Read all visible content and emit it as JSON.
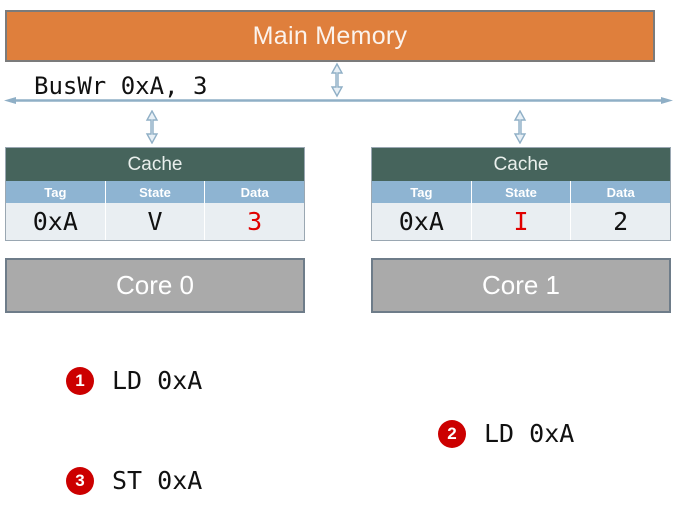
{
  "diagram": {
    "main_memory": {
      "label": "Main Memory",
      "fill": "#DF7F3C",
      "text_color": "#FBF3ED"
    },
    "bus": {
      "message": "BusWr 0xA, 3",
      "line_color": "#8FAFC6",
      "arrow_left": "arrow-left-icon",
      "arrow_right": "arrow-right-icon",
      "connectors": [
        {
          "name": "memory-to-bus-connector",
          "icon": "double-arrow-vertical-icon"
        },
        {
          "name": "bus-to-cache0-connector",
          "icon": "double-arrow-vertical-icon"
        },
        {
          "name": "bus-to-cache1-connector",
          "icon": "double-arrow-vertical-icon"
        }
      ]
    },
    "caches": [
      {
        "title": "Cache",
        "columns": [
          "Tag",
          "State",
          "Data"
        ],
        "row": {
          "tag": "0xA",
          "state": "V",
          "data": "3"
        },
        "state_color": "#111111",
        "data_color": "#E00000",
        "header_fill": "#46645C",
        "column_header_fill": "#8EB4D2"
      },
      {
        "title": "Cache",
        "columns": [
          "Tag",
          "State",
          "Data"
        ],
        "row": {
          "tag": "0xA",
          "state": "I",
          "data": "2"
        },
        "state_color": "#E00000",
        "data_color": "#111111",
        "header_fill": "#46645C",
        "column_header_fill": "#8EB4D2"
      }
    ],
    "cores": [
      {
        "label": "Core 0",
        "fill": "#AAAAAA",
        "text_color": "#FFFFFF"
      },
      {
        "label": "Core 1",
        "fill": "#AAAAAA",
        "text_color": "#FFFFFF"
      }
    ],
    "steps": [
      {
        "number": "1",
        "text": "LD 0xA",
        "badge_color": "#CC0000"
      },
      {
        "number": "2",
        "text": "LD 0xA",
        "badge_color": "#CC0000"
      },
      {
        "number": "3",
        "text": "ST 0xA",
        "badge_color": "#CC0000"
      }
    ]
  }
}
